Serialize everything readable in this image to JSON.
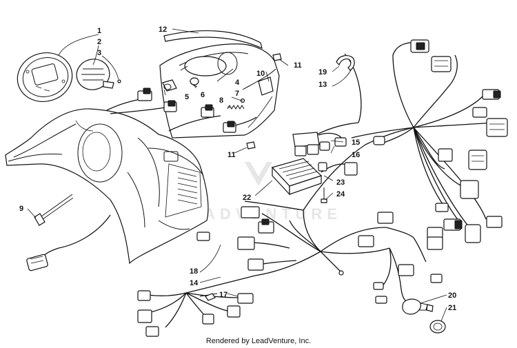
{
  "callouts": [
    {
      "id": "1",
      "label": "1"
    },
    {
      "id": "2",
      "label": "2"
    },
    {
      "id": "3",
      "label": "3"
    },
    {
      "id": "4",
      "label": "4"
    },
    {
      "id": "5",
      "label": "5"
    },
    {
      "id": "6",
      "label": "6"
    },
    {
      "id": "7",
      "label": "7"
    },
    {
      "id": "8",
      "label": "8"
    },
    {
      "id": "9",
      "label": "9"
    },
    {
      "id": "10",
      "label": "10"
    },
    {
      "id": "11a",
      "label": "11"
    },
    {
      "id": "11b",
      "label": "11"
    },
    {
      "id": "12",
      "label": "12"
    },
    {
      "id": "13",
      "label": "13"
    },
    {
      "id": "14",
      "label": "14"
    },
    {
      "id": "15",
      "label": "15"
    },
    {
      "id": "16",
      "label": "16"
    },
    {
      "id": "17",
      "label": "17"
    },
    {
      "id": "18",
      "label": "18"
    },
    {
      "id": "19",
      "label": "19"
    },
    {
      "id": "20",
      "label": "20"
    },
    {
      "id": "21",
      "label": "21"
    },
    {
      "id": "22",
      "label": "22"
    },
    {
      "id": "23",
      "label": "23"
    },
    {
      "id": "24",
      "label": "24"
    }
  ],
  "watermark": "LEADVENTURE",
  "footer": "Rendered by LeadVenture, Inc."
}
